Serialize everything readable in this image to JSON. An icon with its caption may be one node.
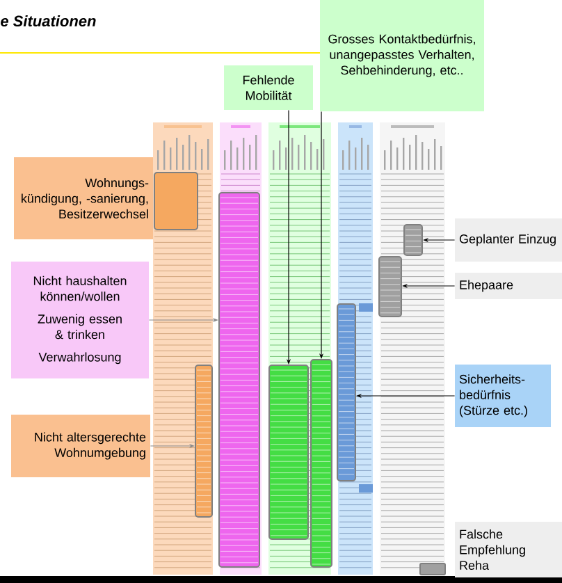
{
  "diagram": {
    "title": "e Situationen",
    "nodes": [
      {
        "text": [
          "Wohnungs-kündigung, -sanierung, Besitzerwechsel"
        ]
      },
      {
        "text": [
          "Nicht haushalten können/wollen",
          "Zuwenig essen & trinken",
          "Verwahrlosung"
        ]
      },
      {
        "text": [
          "Nicht altersgerechte Wohnumgebung"
        ]
      },
      {
        "text": [
          "Fehlende Mobilität"
        ]
      },
      {
        "text": [
          "Grosses Kontaktbedürfnis, unangepasstes Verhalten, Sehbehinderung, etc.."
        ]
      },
      {
        "text": [
          "Geplanter Einzug"
        ]
      },
      {
        "text": [
          "Ehepaare"
        ]
      },
      {
        "text": [
          "Sicherheits-bedürfnis (Stürze etc.)"
        ]
      },
      {
        "text": [
          "Falsche Empfehlung Reha"
        ]
      },
      {
        "text": [],
        "shape": "box"
      },
      {
        "text": [],
        "shape": "box"
      },
      {
        "text": [],
        "shape": "box"
      },
      {
        "text": [],
        "shape": "box"
      },
      {
        "text": [],
        "shape": "box"
      },
      {
        "text": [],
        "shape": "box"
      },
      {
        "text": [],
        "shape": "box"
      }
    ],
    "edges": [
      {
        "from": 1,
        "to": 10,
        "arrow": "to",
        "color": "#888888"
      },
      {
        "from": 2,
        "to": 9,
        "arrow": "to",
        "color": "#888888"
      },
      {
        "from": 3,
        "to": 11,
        "arrow": "to"
      },
      {
        "from": 4,
        "to": 12,
        "arrow": "to"
      },
      {
        "from": 5,
        "to": 15,
        "arrow": "to"
      },
      {
        "from": 6,
        "to": 14,
        "arrow": "to"
      },
      {
        "from": 7,
        "to": 13,
        "arrow": "to"
      }
    ]
  }
}
